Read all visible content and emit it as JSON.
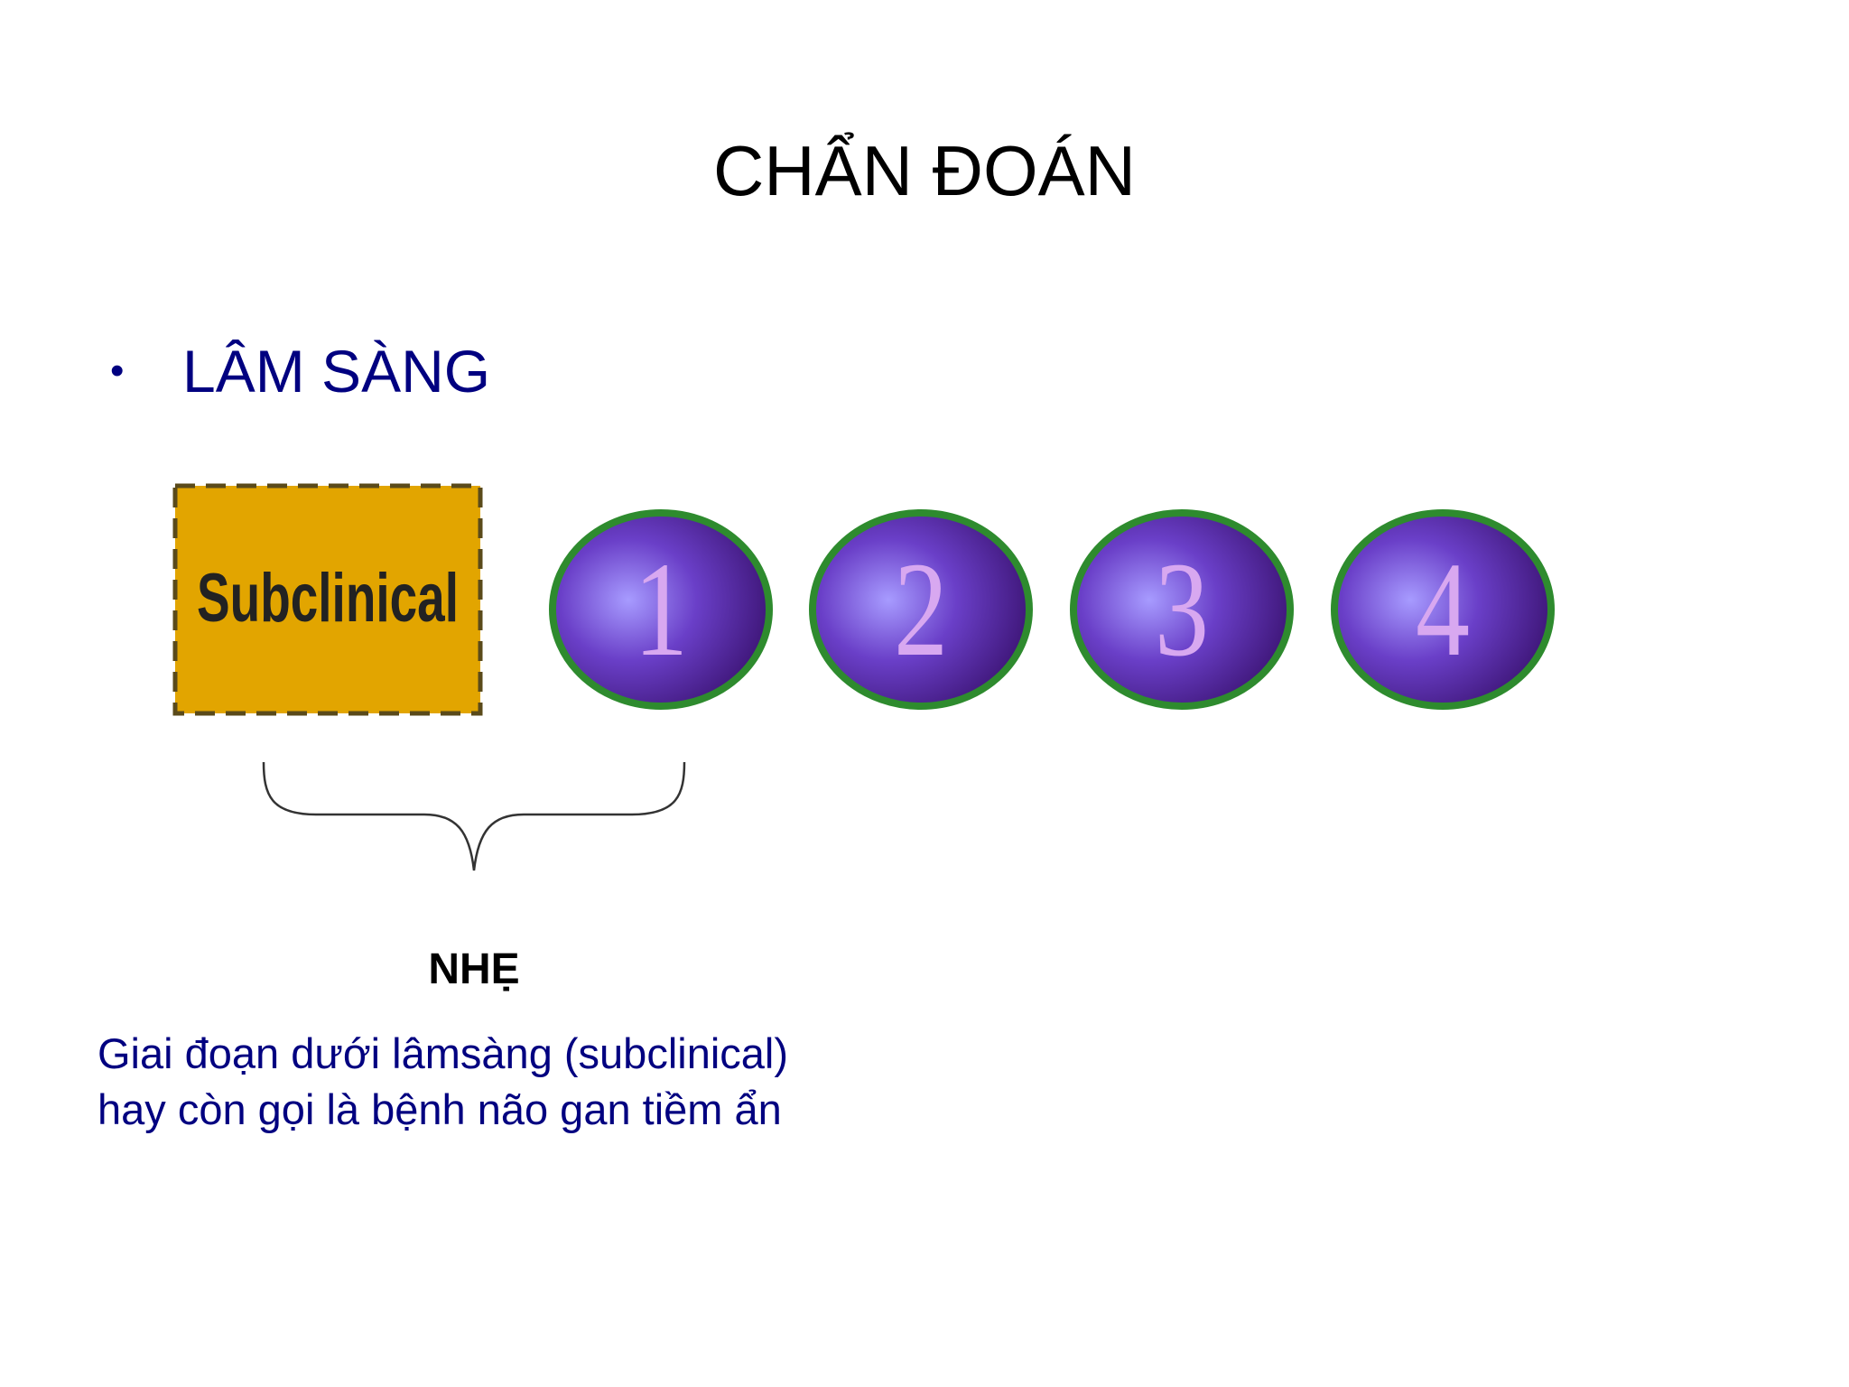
{
  "slide": {
    "title": "CHẨN ĐOÁN",
    "bullet": "LÂM SÀNG",
    "stages": {
      "subclinical_label": "Subclinical",
      "numbers": [
        "1",
        "2",
        "3",
        "4"
      ]
    },
    "severity_label": "NHẸ",
    "description": {
      "line1": "Giai đoạn dưới lâmsàng (subclinical)",
      "line2": "hay còn gọi là bệnh não gan tiềm ẩn"
    },
    "colors": {
      "title": "#000000",
      "body_text": "#000080",
      "subclinical_fill": "#E0A800",
      "oval_fill": "#5B2C9E",
      "oval_border": "#2E8B2E",
      "number_color": "#D8A8F0"
    }
  }
}
